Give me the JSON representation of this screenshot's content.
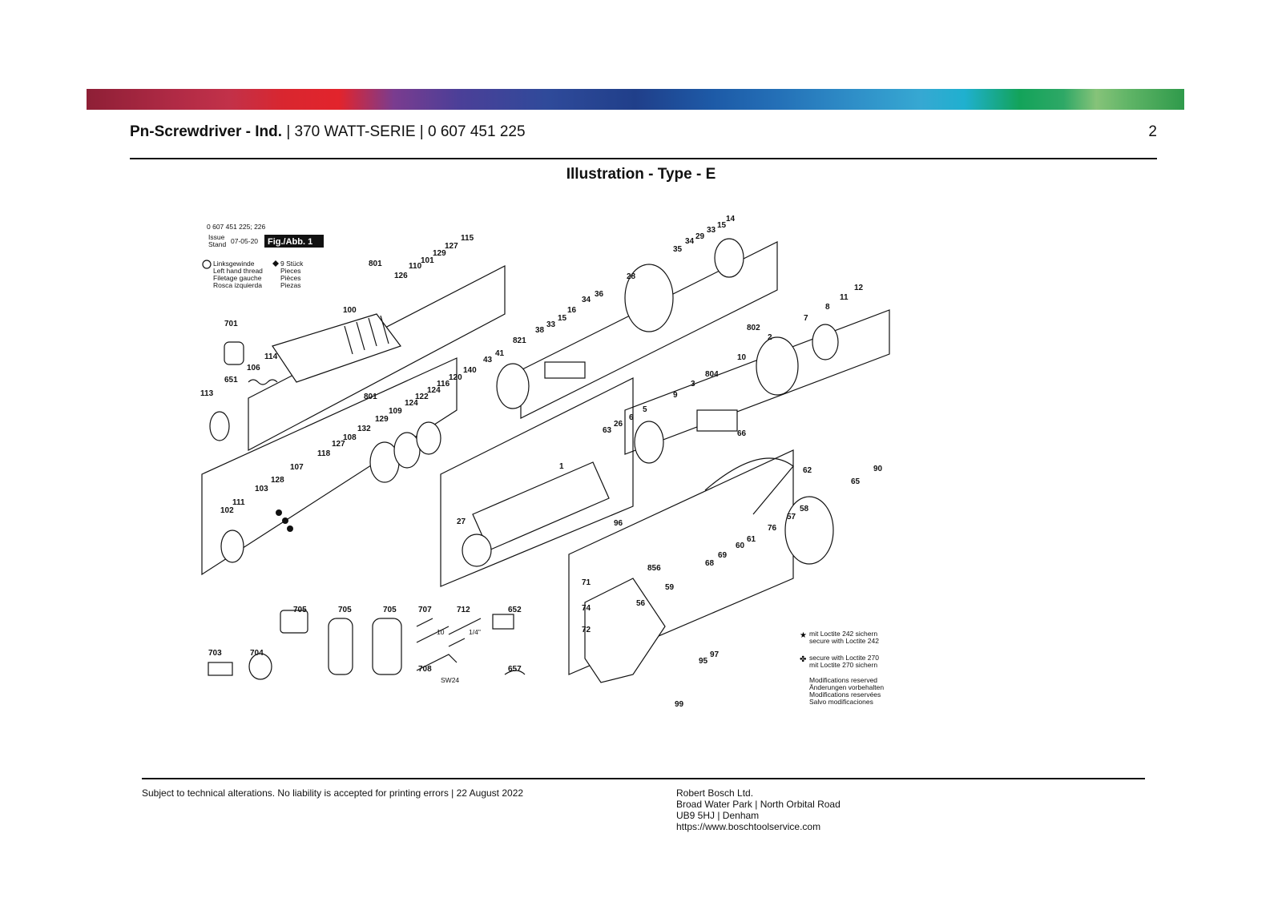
{
  "header": {
    "title_bold": "Pn-Screwdriver - Ind.",
    "title_rest": " | 370 WATT-SERIE | 0 607 451 225",
    "page_number": "2"
  },
  "section_title": "Illustration - Type - E",
  "drawing": {
    "part_numbers": "0 607 451 225; 226",
    "issue_label": "Issue",
    "stand_label": "Stand",
    "issue_date": "07-05-20",
    "fig_label": "Fig./Abb. 1",
    "legend_left": [
      "Linksgewinde",
      "Left hand thread",
      "Filetage gauche",
      "Rosca izquierda"
    ],
    "legend_right": [
      "9 Stück",
      "Pieces",
      "Pièces",
      "Piezas"
    ],
    "notes": [
      "mit Loctite 242 sichern",
      "secure with Loctite 242",
      "secure with Loctite 270",
      "mit Loctite 270 sichern",
      "Modifications reserved",
      "Änderungen vorbehalten",
      "Modifications reservées",
      "Salvo modificaciones"
    ],
    "labels": {
      "sw24": "SW24",
      "size10": "10",
      "size14": "1/4\""
    },
    "callouts": [
      "701",
      "651",
      "113",
      "106",
      "114",
      "100",
      "801",
      "126",
      "110",
      "101",
      "129",
      "127",
      "115",
      "35",
      "34",
      "29",
      "33",
      "15",
      "14",
      "28",
      "36",
      "34",
      "16",
      "15",
      "33",
      "38",
      "821",
      "43",
      "41",
      "140",
      "120",
      "116",
      "124",
      "122",
      "124",
      "109",
      "129",
      "801",
      "132",
      "108",
      "127",
      "118",
      "107",
      "128",
      "103",
      "111",
      "102",
      "802",
      "2",
      "7",
      "8",
      "11",
      "12",
      "10",
      "804",
      "3",
      "9",
      "5",
      "6",
      "26",
      "63",
      "66",
      "1",
      "27",
      "96",
      "62",
      "65",
      "90",
      "58",
      "57",
      "76",
      "61",
      "60",
      "69",
      "68",
      "856",
      "59",
      "56",
      "71",
      "74",
      "72",
      "95",
      "97",
      "99",
      "705",
      "705",
      "705",
      "707",
      "712",
      "652",
      "703",
      "704",
      "708",
      "657"
    ]
  },
  "footer": {
    "disclaimer": "Subject to technical alterations. No liability is accepted for printing errors | 22 August 2022",
    "company": "Robert Bosch Ltd.",
    "address1": "Broad Water Park | North Orbital Road",
    "address2": "UB9 5HJ | Denham",
    "website": "https://www.boschtoolservice.com"
  }
}
